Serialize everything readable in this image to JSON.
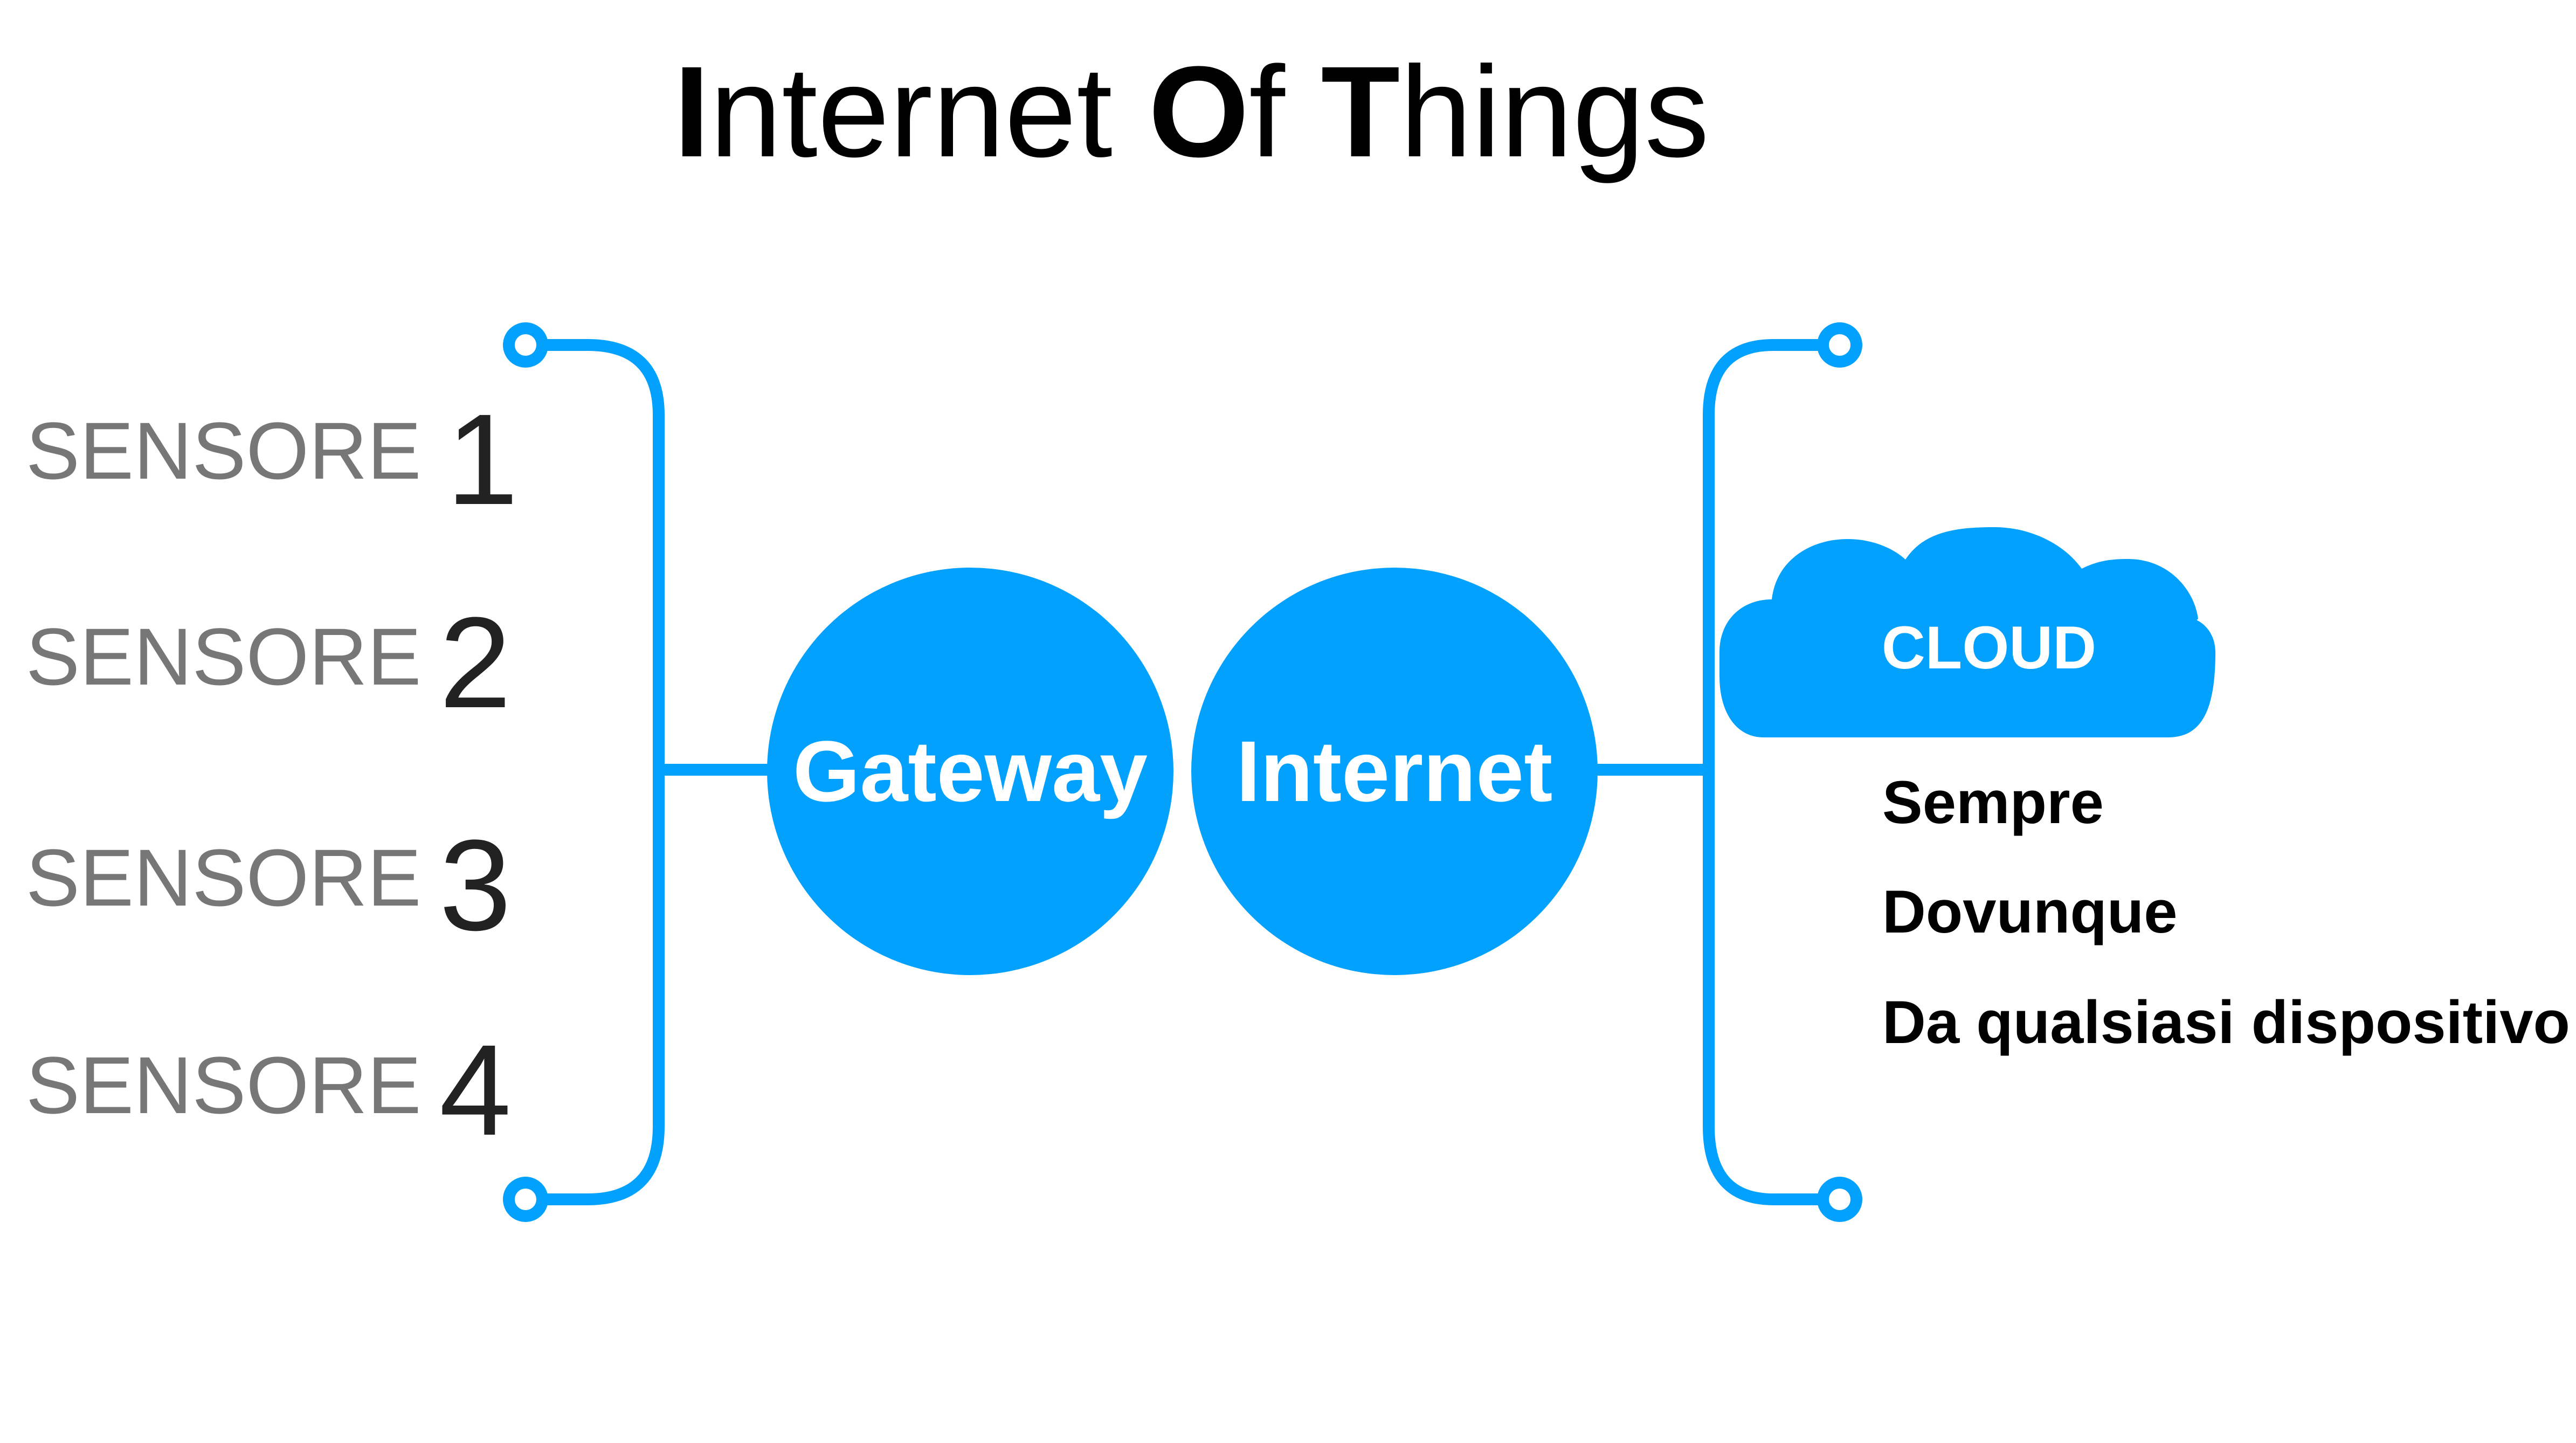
{
  "title": {
    "part1_initial": "I",
    "part1_rest": "nternet ",
    "part2_initial": "O",
    "part2_rest": "f ",
    "part3_initial": "T",
    "part3_rest": "hings"
  },
  "accent_color": "#03a1fe",
  "sensors": [
    {
      "label": "SENSORE",
      "number": "1"
    },
    {
      "label": "SENSORE",
      "number": "2"
    },
    {
      "label": "SENSORE",
      "number": "3"
    },
    {
      "label": "SENSORE",
      "number": "4"
    }
  ],
  "nodes": {
    "gateway": "Gateway",
    "internet": "Internet"
  },
  "cloud": {
    "icon": "cloud-icon",
    "label": "CLOUD"
  },
  "features": [
    "Sempre",
    "Dovunque",
    "Da qualsiasi dispositivo"
  ]
}
